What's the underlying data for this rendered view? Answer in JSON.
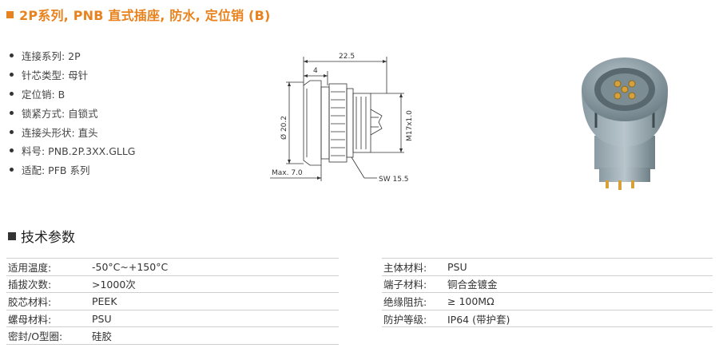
{
  "page_title": "2P系列, PNB 直式插座, 防水, 定位销 (B)",
  "features": [
    {
      "label": "连接系列: 2P"
    },
    {
      "label": "针芯类型: 母针"
    },
    {
      "label": "定位销: B"
    },
    {
      "label": "锁紧方式: 自锁式"
    },
    {
      "label": "连接头形状: 直头"
    },
    {
      "label": "料号: PNB.2P.3XX.GLLG"
    },
    {
      "label": "适配: PFB 系列"
    }
  ],
  "drawing": {
    "dim_total": "22.5",
    "dim_front": "4",
    "dim_dia": "Ø 20.2",
    "dim_thread": "M17x1.0",
    "dim_max": "Max. 7.0",
    "dim_sw": "SW 15.5"
  },
  "specs_heading": "技术参数",
  "specs_left": [
    {
      "key": "适用温度:",
      "value": "-50°C~+150°C"
    },
    {
      "key": "插拔次数:",
      "value": ">1000次"
    },
    {
      "key": "胶芯材料:",
      "value": "PEEK"
    },
    {
      "key": "螺母材料:",
      "value": "PSU"
    },
    {
      "key": "密封/O型圈:",
      "value": "硅胶"
    }
  ],
  "specs_right": [
    {
      "key": "主体材料:",
      "value": "PSU"
    },
    {
      "key": "端子材料:",
      "value": "铜合金镀金"
    },
    {
      "key": "绝缘阻抗:",
      "value": "≥ 100MΩ"
    },
    {
      "key": "防护等级:",
      "value": "IP64 (带护套)"
    }
  ],
  "colors": {
    "accent": "#e8821e",
    "body_gray": "#8a9aa2",
    "pin_gold": "#d6a13a"
  }
}
